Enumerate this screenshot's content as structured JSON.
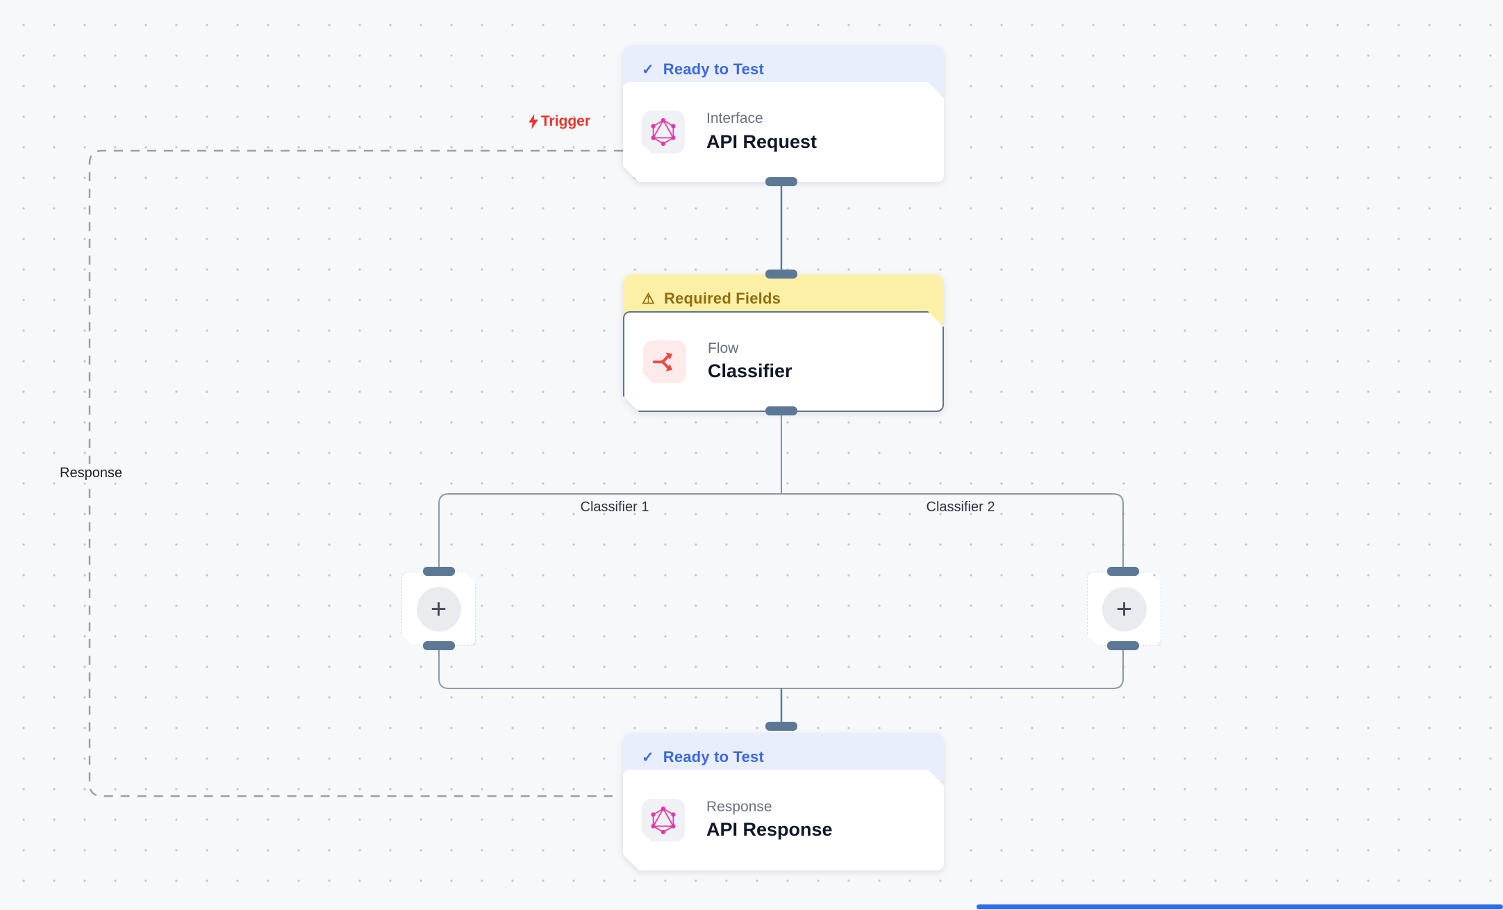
{
  "canvas": {
    "background_color": "#f7f8fa",
    "grid_dot_color": "#c3c8d1"
  },
  "edges": {
    "trigger_label": "Trigger",
    "response_label": "Response",
    "branch_labels": [
      "Classifier 1",
      "Classifier 2"
    ]
  },
  "glyphs": {
    "check": "✓",
    "warning": "⚠",
    "plus": "+"
  },
  "nodes": [
    {
      "status_badge": "Ready to Test",
      "status_type": "ready",
      "type_label": "Interface",
      "title": "API Request",
      "icon": "graphql-icon"
    },
    {
      "status_badge": "Required Fields",
      "status_type": "warning",
      "type_label": "Flow",
      "title": "Classifier",
      "icon": "branch-arrows-icon"
    },
    {
      "status_badge": "Ready to Test",
      "status_type": "ready",
      "type_label": "Response",
      "title": "API Response",
      "icon": "graphql-icon"
    }
  ],
  "colors": {
    "badge_ready_bg": "#e9eefd",
    "badge_ready_text": "#3b69e0",
    "badge_warning_bg": "#fcf0a6",
    "badge_warning_text": "#8f6d11",
    "selected_node_border": "#5b7590",
    "graphql_pink": "#e339a8",
    "flow_icon_red": "#ea4a3f",
    "trigger_red": "#e7352b",
    "port_slate": "#5d7894",
    "scrollbar_blue": "#2e6ceb"
  }
}
